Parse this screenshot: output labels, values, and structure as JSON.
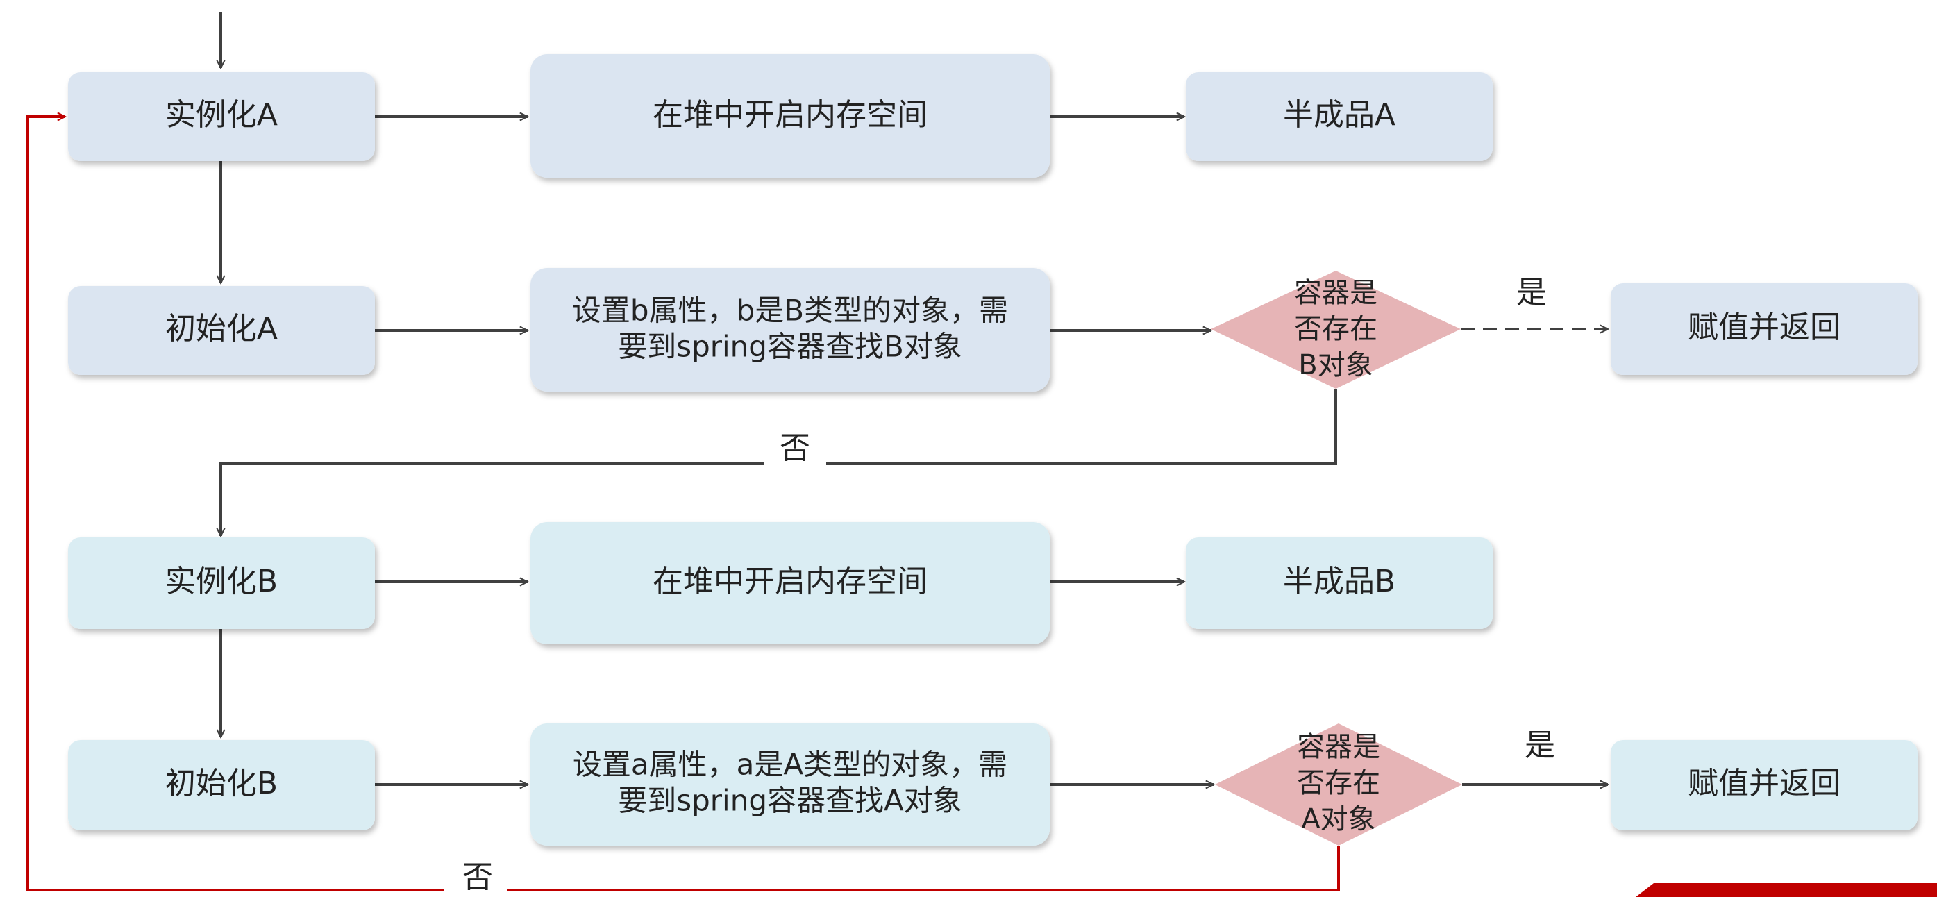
{
  "colors": {
    "box_blue": "#dbe5f1",
    "box_cyan": "#daedf3",
    "decision": "#e6b4b6",
    "arrow": "#404040",
    "loop_arrow": "#c00000",
    "corner_accent": "#c00000"
  },
  "nodes": {
    "instA": "实例化A",
    "heapA": "在堆中开启内存空间",
    "halfA": "半成品A",
    "initA": "初始化A",
    "setB": [
      "设置b属性，b是B类型的对象，需",
      "要到spring容器查找B对象"
    ],
    "decB": [
      "容器是",
      "否存在",
      "B对象"
    ],
    "retA": "赋值并返回",
    "instB": "实例化B",
    "heapB": "在堆中开启内存空间",
    "halfB": "半成品B",
    "initB": "初始化B",
    "setA": [
      "设置a属性，a是A类型的对象，需",
      "要到spring容器查找A对象"
    ],
    "decA": [
      "容器是",
      "否存在",
      "A对象"
    ],
    "retB": "赋值并返回"
  },
  "edge_labels": {
    "yes_b": "是",
    "no_b": "否",
    "yes_a": "是",
    "no_a": "否"
  }
}
